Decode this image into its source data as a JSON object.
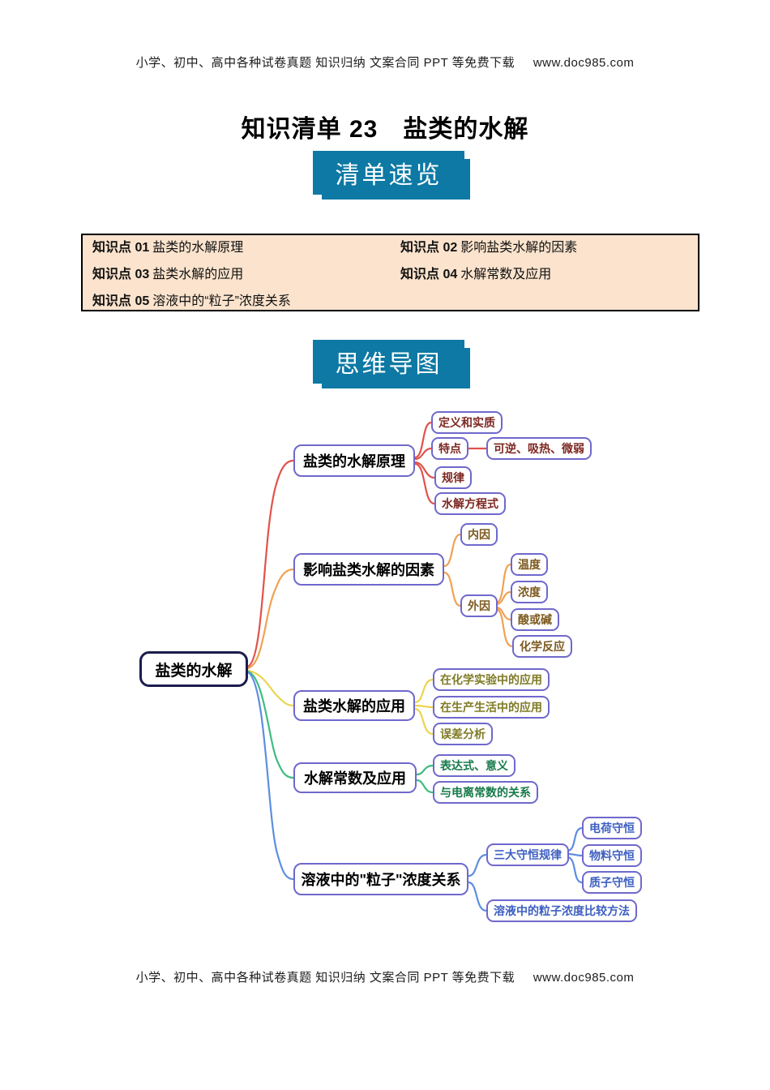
{
  "header": {
    "site_text": "小学、初中、高中各种试卷真题 知识归纳 文案合同 PPT 等免费下载",
    "site_url": "www.doc985.com"
  },
  "footer": {
    "site_text": "小学、初中、高中各种试卷真题 知识归纳 文案合同 PPT 等免费下载",
    "site_url": "www.doc985.com"
  },
  "title": "知识清单 23　盐类的水解",
  "banners": {
    "overview": "清单速览",
    "mindmap": "思维导图"
  },
  "knowledge_points": [
    {
      "label": "知识点 01",
      "text": "盐类的水解原理"
    },
    {
      "label": "知识点 02",
      "text": "影响盐类水解的因素"
    },
    {
      "label": "知识点 03",
      "text": "盐类水解的应用"
    },
    {
      "label": "知识点 04",
      "text": "水解常数及应用"
    },
    {
      "label": "知识点 05",
      "text": "溶液中的“粒子”浓度关系"
    }
  ],
  "colors": {
    "banner_teal": "#0d79a4",
    "knowledge_box_bg": "#fbe3cd",
    "node_border": "#6f68cc",
    "root_border": "#1b1c4e"
  },
  "mindmap": {
    "root": {
      "label": "盐类的水解"
    },
    "branches": [
      {
        "label": "盐类的水解原理",
        "line_color": "#e0534a",
        "text_color": "#7d2721",
        "children": [
          {
            "label": "定义和实质"
          },
          {
            "label": "特点",
            "children": [
              {
                "label": "可逆、吸热、微弱"
              }
            ]
          },
          {
            "label": "规律"
          },
          {
            "label": "水解方程式"
          }
        ]
      },
      {
        "label": "影响盐类水解的因素",
        "line_color": "#f0a153",
        "text_color": "#7d5a20",
        "children": [
          {
            "label": "内因"
          },
          {
            "label": "外因",
            "children": [
              {
                "label": "温度"
              },
              {
                "label": "浓度"
              },
              {
                "label": "酸或碱"
              },
              {
                "label": "化学反应"
              }
            ]
          }
        ]
      },
      {
        "label": "盐类水解的应用",
        "line_color": "#ecd44e",
        "text_color": "#7f7b26",
        "children": [
          {
            "label": "在化学实验中的应用"
          },
          {
            "label": "在生产生活中的应用"
          },
          {
            "label": "误差分析"
          }
        ]
      },
      {
        "label": "水解常数及应用",
        "line_color": "#3dbd80",
        "text_color": "#177a4a",
        "children": [
          {
            "label": "表达式、意义"
          },
          {
            "label": "与电离常数的关系"
          }
        ]
      },
      {
        "label": "溶液中的\"粒子\"浓度关系",
        "line_color": "#5c8ee0",
        "text_color": "#3e5fc1",
        "children": [
          {
            "label": "三大守恒规律",
            "children": [
              {
                "label": "电荷守恒"
              },
              {
                "label": "物料守恒"
              },
              {
                "label": "质子守恒"
              }
            ]
          },
          {
            "label": "溶液中的粒子浓度比较方法"
          }
        ]
      }
    ]
  }
}
